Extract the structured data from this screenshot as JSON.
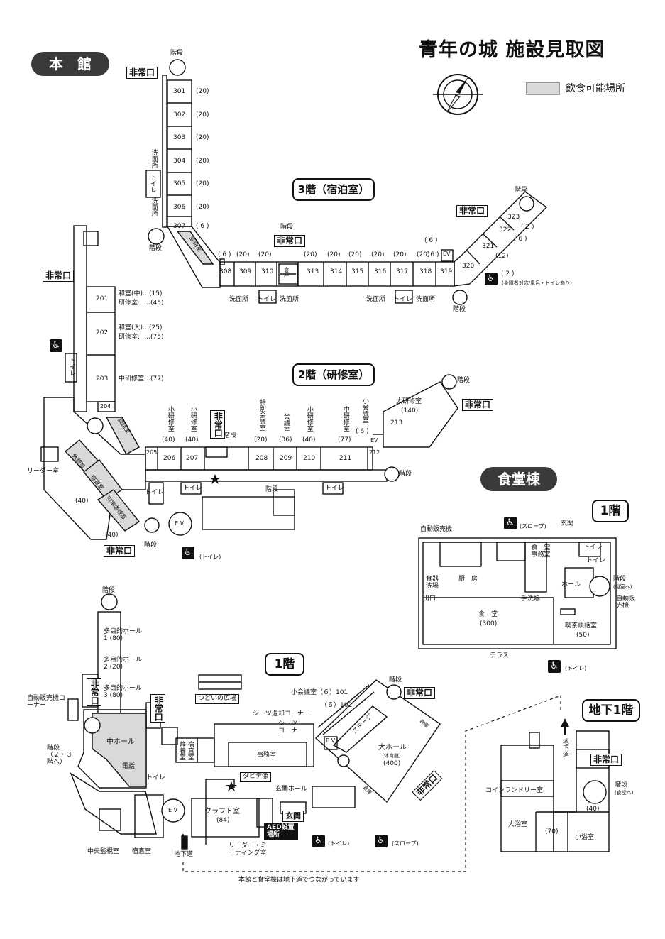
{
  "title": "青年の城 施設見取図",
  "legend": {
    "label": "飲食可能場所",
    "color": "#d9d9d9"
  },
  "buildings": {
    "main": "本　館",
    "dining": "食堂棟"
  },
  "floors": {
    "f3": "3階（宿泊室）",
    "f2": "2階（研修室）",
    "f1": "1階",
    "d1": "1階",
    "b1": "地下1階"
  },
  "icons": {
    "compass": "compass-icon",
    "wheelchair": "wheelchair-icon",
    "stairs": "stairs-icon"
  },
  "labels3": {
    "rooms_left": [
      {
        "no": "301",
        "cap": "(20)"
      },
      {
        "no": "302",
        "cap": "(20)"
      },
      {
        "no": "303",
        "cap": "(20)"
      },
      {
        "no": "304",
        "cap": "(20)"
      },
      {
        "no": "305",
        "cap": "(20)"
      },
      {
        "no": "306",
        "cap": "(20)"
      },
      {
        "no": "307",
        "cap": "( 6 )"
      }
    ],
    "rooms_row": [
      {
        "no": "308",
        "cap": "( 6 )"
      },
      {
        "no": "309",
        "cap": "(20)"
      },
      {
        "no": "310",
        "cap": "(20)"
      },
      {
        "no": "313",
        "cap": "(20)"
      },
      {
        "no": "314",
        "cap": "(20)"
      },
      {
        "no": "315",
        "cap": "(20)"
      },
      {
        "no": "316",
        "cap": "(20)"
      },
      {
        "no": "317",
        "cap": "(20)"
      },
      {
        "no": "318",
        "cap": "(20)"
      },
      {
        "no": "319",
        "cap": "( 6 )"
      }
    ],
    "rooms_right": [
      {
        "no": "323",
        "cap": ""
      },
      {
        "no": "322",
        "cap": "( 2 )"
      },
      {
        "no": "321",
        "cap": "( 6 )"
      },
      {
        "no": "320",
        "cap": "(12)"
      }
    ],
    "accessible_cap": "( 2 )",
    "accessible_note": "(身障者対応/風呂・トイレあり)",
    "lounge": "談話室",
    "storage": "倉庫",
    "washroom": "洗面所",
    "toilet": "トイレ",
    "stairs": "階段",
    "exit": "非常口",
    "ev": "EV"
  },
  "labels2": {
    "r201": "201",
    "r201_desc": "和室(中)…(15)",
    "r201_desc2": "研修室……(45)",
    "r202": "202",
    "r202_desc": "和室(大)…(25)",
    "r202_desc2": "研修室……(75)",
    "r203": "203",
    "r203_desc": "中研修室…(77)",
    "r204": "204",
    "r205": "205",
    "r206": "206",
    "r207": "207",
    "r208": "208",
    "r209": "209",
    "r210": "210",
    "r211": "211",
    "r212": "212",
    "r213": "213",
    "v206": "小研修室",
    "c206": "(40)",
    "v207": "小研修室",
    "c207": "(40)",
    "v208": "特別会議室",
    "c208": "(20)",
    "v209": "会議室",
    "c209": "(36)",
    "v210": "小研修室",
    "c210": "(40)",
    "v211": "中研修室",
    "c211": "(77)",
    "v212": "小会議室",
    "c212": "( 6 )",
    "big": "大研修室",
    "big_cap": "(140)",
    "lounge": "談話室",
    "kyogi": "休憩室",
    "shukuchoku": "宿直室",
    "kyoin": "引率者控室",
    "leader": "リーダー室",
    "cap40a": "(40)",
    "cap40b": "(40)",
    "toilet_note": "(トイレ)",
    "ev": "E V"
  },
  "labels1": {
    "stairs": "階段",
    "mp1": "多目的ホール 1 (80)",
    "mp2": "多目的ホール 2 (20)",
    "mp3": "多目的ホール 3 (80)",
    "vending": "自動販売機コーナー",
    "stairs23": "階段（２・３階へ）",
    "hall": "中ホール",
    "phone": "電話",
    "toilet": "トイレ",
    "monitor": "中央監視室",
    "night": "宿直室",
    "underground": "地下道",
    "plaza": "つどいの広場",
    "rest": "静養室",
    "night2": "宿直室",
    "office": "事務室",
    "sheet_return": "シーツ返却コーナー",
    "sheet": "シーツコーナー",
    "small101": "小会議室（６）101",
    "small102": "（６）102",
    "stage": "ステージ",
    "bighall": "大ホール",
    "gym": "（体育館）",
    "bighall_cap": "(400)",
    "dabide": "ダビデ像",
    "entrance_hall": "玄関ホール",
    "entrance": "玄関",
    "craft": "クラフト室",
    "craft_cap": "(84)",
    "aed": "AED設置場所",
    "leader_room": "リーダー・ミーティング室",
    "toilet_note": "(トイレ)",
    "slope_note": "(スロープ)",
    "storage": "倉庫",
    "exit": "非常口",
    "ev": "E V",
    "bottom_note": "本館と食堂棟は地下道でつながっています"
  },
  "labelsD": {
    "vending": "自動販売機",
    "slope": "(スロープ)",
    "entrance": "玄関",
    "toilet": "トイレ",
    "office": "食　堂事務室",
    "kitchen": "厨　房",
    "dishes": "食器洗場",
    "exit": "出口",
    "handwash": "手洗場",
    "hall": "ホール",
    "stairs": "階段",
    "stairs_note": "(浴室へ)",
    "vending2": "自動販売機",
    "dining": "食　堂",
    "dining_cap": "(300)",
    "cafe": "喫茶談話室",
    "cafe_cap": "(50)",
    "terrace": "テラス",
    "toilet_note": "(トイレ)"
  },
  "labelsB": {
    "underground": "地下道",
    "exit": "非常口",
    "laundry": "コインランドリー室",
    "stairs": "階段",
    "stairs_note": "(食堂へ)",
    "cap40": "(40)",
    "big_bath": "大浴室",
    "cap70": "(70)",
    "small_bath": "小浴室"
  }
}
